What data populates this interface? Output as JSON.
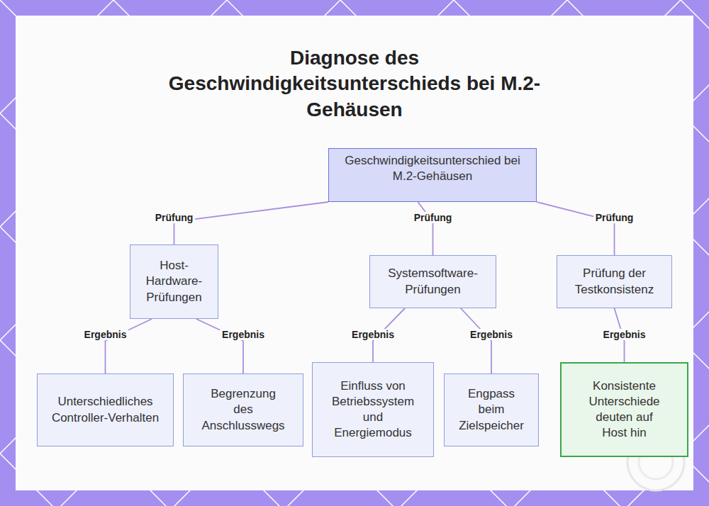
{
  "diagram": {
    "title": "Diagnose des Geschwindigkeitsunterschieds bei M.2-Gehäusen",
    "nodes": [
      {
        "text": [
          "Geschwindigkeitsunterschied bei M.2-Gehäusen"
        ]
      },
      {
        "text": [
          "Host-Hardware-Prüfungen"
        ]
      },
      {
        "text": [
          "Systemsoftware-Prüfungen"
        ]
      },
      {
        "text": [
          "Prüfung der Testkonsistenz"
        ]
      },
      {
        "text": [
          "Unterschiedliches Controller-Verhalten"
        ]
      },
      {
        "text": [
          "Begrenzung des Anschlusswegs"
        ]
      },
      {
        "text": [
          "Einfluss von Betriebssystem und Energiemodus"
        ]
      },
      {
        "text": [
          "Engpass beim Zielspeicher"
        ]
      },
      {
        "text": [
          "Konsistente Unterschiede deuten auf Host hin"
        ]
      }
    ],
    "edges": [
      {
        "from": 0,
        "to": 1,
        "label": "Prüfung",
        "arrow": "none"
      },
      {
        "from": 0,
        "to": 2,
        "label": "Prüfung",
        "arrow": "none"
      },
      {
        "from": 0,
        "to": 3,
        "label": "Prüfung",
        "arrow": "none"
      },
      {
        "from": 1,
        "to": 4,
        "label": "Ergebnis",
        "arrow": "none"
      },
      {
        "from": 1,
        "to": 5,
        "label": "Ergebnis",
        "arrow": "none"
      },
      {
        "from": 2,
        "to": 6,
        "label": "Ergebnis",
        "arrow": "none"
      },
      {
        "from": 2,
        "to": 7,
        "label": "Ergebnis",
        "arrow": "none"
      },
      {
        "from": 3,
        "to": 8,
        "label": "Ergebnis",
        "arrow": "none"
      }
    ]
  }
}
